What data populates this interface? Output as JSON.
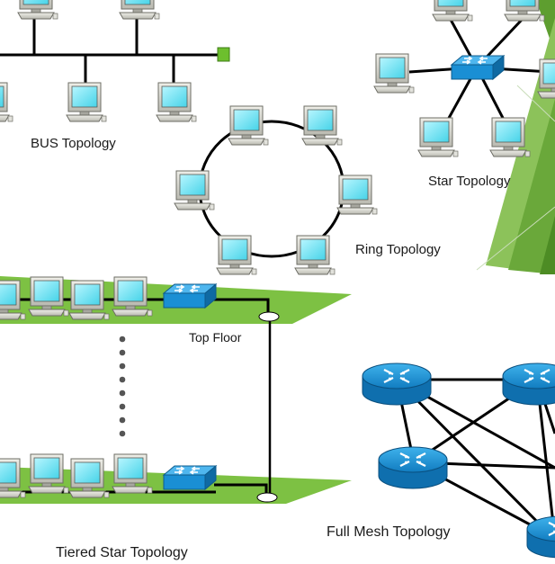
{
  "labels": {
    "bus": "BUS Topology",
    "star": "Star Topology",
    "ring": "Ring Topology",
    "top_floor": "Top Floor",
    "mesh": "Full Mesh Topology",
    "tiered": "Tiered Star Topology"
  },
  "colors": {
    "screen": "#7fe8f5",
    "pc_body": "#d8d8d0",
    "switch": "#1c93d6",
    "router": "#1485c8",
    "floor_plate": "#7dc143",
    "accent_green": "#4e9a1e",
    "line": "#000000"
  }
}
